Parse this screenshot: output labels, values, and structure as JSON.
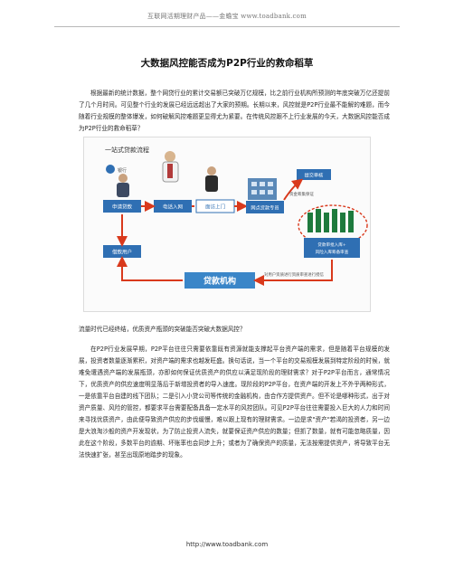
{
  "header": {
    "text": "互联网活期理财产品——金蟾宝 www.toadbank.com"
  },
  "title": "大数据风控能否成为P2P行业的救命稻草",
  "paragraphs": [
    "根据最新的统计数据，整个网贷行业的累计交易额已突破万亿规模，比之前行业机构所预测的年底突破万亿还提前了几个月时间。可见整个行业的发展已经远远超出了大家的预期。长期以来，风控就是P2P行业最不能解的难题，而今随着行业规模的整体爆发，如何破解风控难题更显得尤为紧要。在传统风控跟不上行业发展的今天，大数据风控能否成为P2P行业的救命稻草？",
    "流量时代已经终结，优质资产瓶颈的突破能否突破大数据风控？",
    "在P2P行业发展早期，P2P平台往往只需要依靠既有资源就能支撑起平台资产端的需求，但是随着平台规模的发展，投资者数量逐渐累积，对资产端的需求也越发旺盛。换句话说，当一个平台的交易规模发展到特定阶段的时候，就难免遭遇资产端的发展瓶颈，亦即如何保证优质资产的供应以满足现阶段的理财需求？对于P2P平台而言，通常情况下，优质资产的供应速度明显落后于新增投资者的导入速度。现阶段的P2P平台，在资产端的开发上不外乎两种形式，一是依靠平台自建的线下团队；二是引入小贷公司等传统的金融机构，由合作方提供资产。但不论是哪种形式，出于对资产质量、风险的管控，都要求平台需要配备具备一定水平的风控团队。可见P2P平台往往需要投入巨大的人力和时间来寻找优质资产，由此便导致资产供应的步伐缓慢，难以跟上现有的理财需求。一边是求\"资产\"若渴的投资者，另一边是大浪淘沙般的资产开发现状，为了防止投资人流失，就要保证资产供应的数量；但抓了数量，就有可能忽略质量，因此在这个阶段，多数平台的逾期、坏账率也会同步上升；或者为了确保资产的质量，无法按需提供资产，将导致平台无法快速扩张，甚至出现原地踏步的现象。"
  ],
  "diagram": {
    "heading": "一站式贷款流程",
    "logo_text": "贷款机构",
    "nodes": {
      "apply": "申请贷款",
      "phone": "电话入网",
      "visit": "面访上门",
      "net_review": "网点贷款专员",
      "submit": "提交审核",
      "approve": "贷款审批入库+风险入库筹备审查",
      "borrower": "借款用户",
      "fund": "资金筹集保证",
      "after": "对用户进行资质审查进行授信"
    },
    "center_label": "贷款机构",
    "bottom_note": "对用户资质进行资质审查进行授信"
  },
  "footer": "http://www.toadbank.com",
  "colors": {
    "box_blue": "#2f6fb3",
    "arrow_red": "#d9391c",
    "panel_green": "#1e7a3d",
    "bar_blue": "#3a86c8"
  }
}
